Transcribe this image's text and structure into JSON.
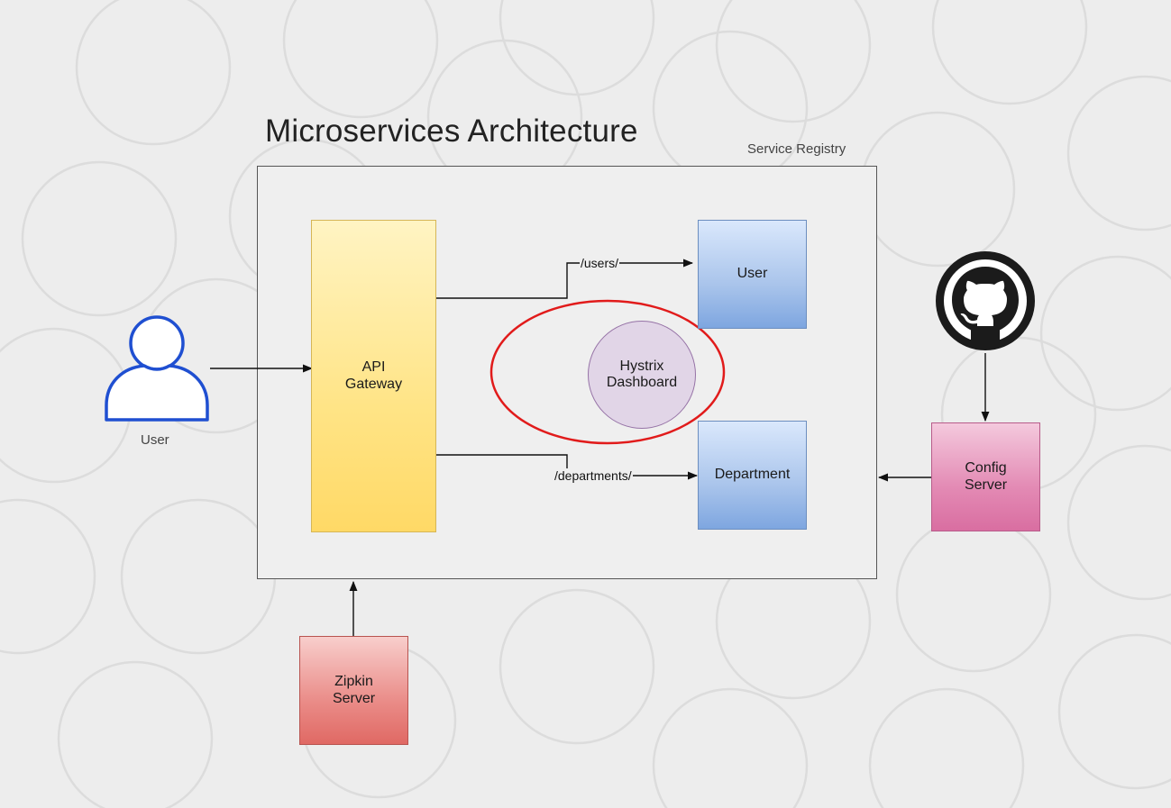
{
  "diagram": {
    "title": "Microservices Architecture",
    "service_registry_label": "Service Registry",
    "actor_label": "User",
    "nodes": {
      "api_gateway": "API\nGateway",
      "user_service": "User",
      "department_service": "Department",
      "hystrix_dashboard": "Hystrix\nDashboard",
      "config_server": "Config\nServer",
      "zipkin_server": "Zipkin\nServer"
    },
    "edge_labels": {
      "users_route": "/users/",
      "departments_route": "/departments/"
    },
    "icons": {
      "actor": "user-actor-icon",
      "repository": "github-icon"
    },
    "colors": {
      "highlight_ellipse": "#e11b1b",
      "actor_stroke": "#1f4fd1"
    }
  }
}
